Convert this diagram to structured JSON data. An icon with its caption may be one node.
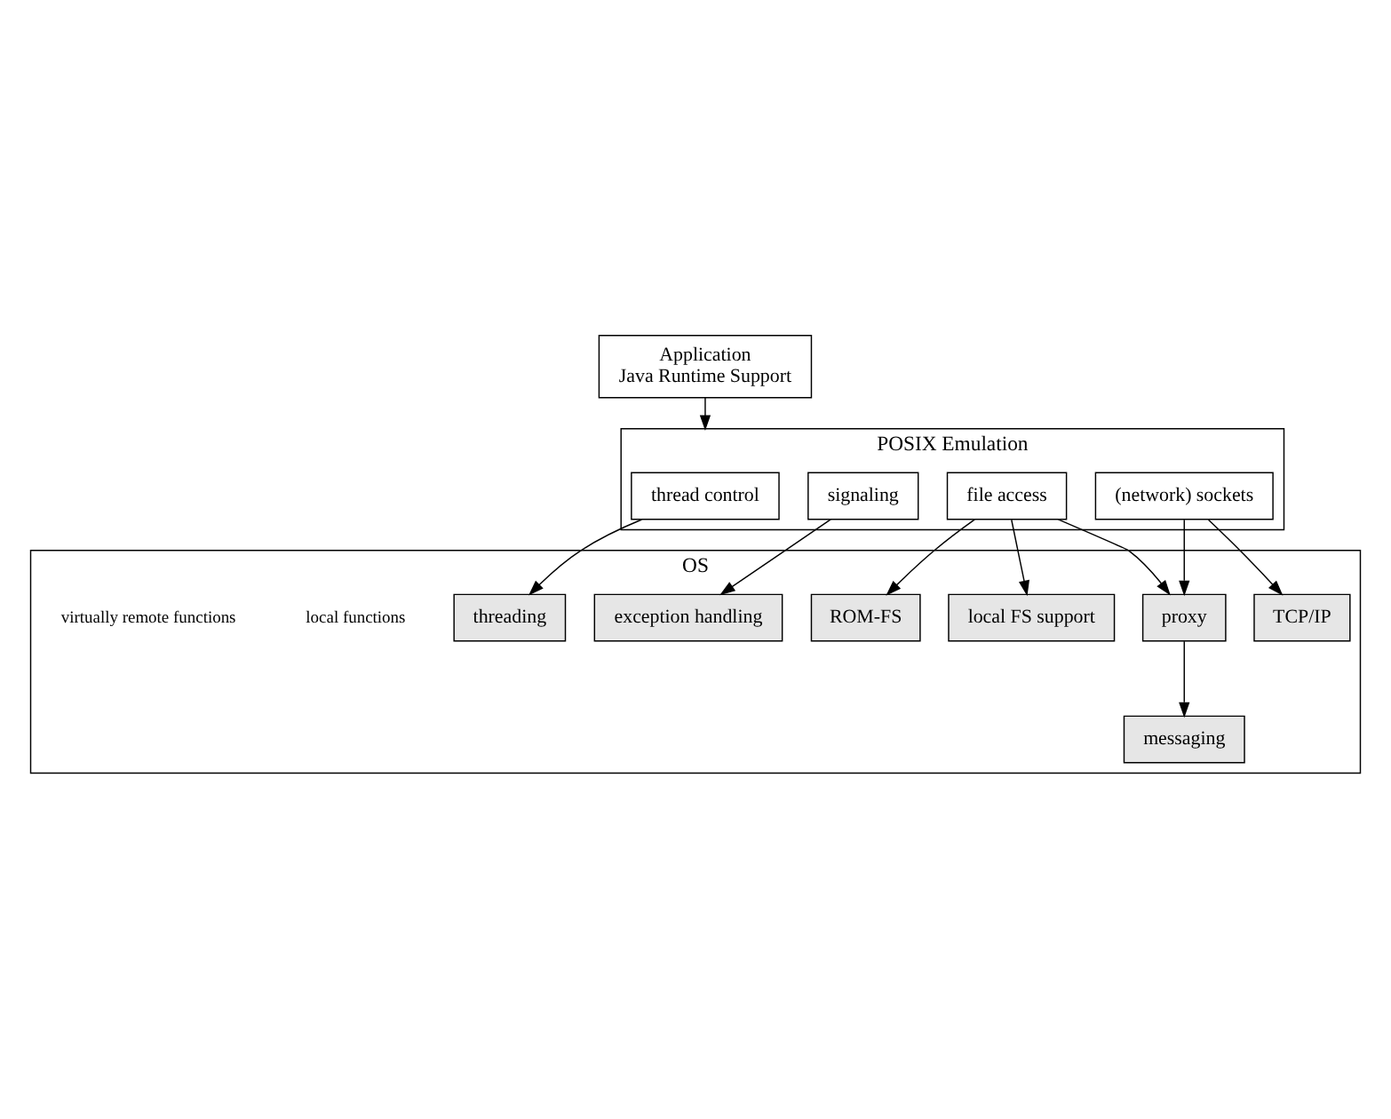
{
  "diagram": {
    "nodes": [
      {
        "text": [
          "Application",
          "Java Runtime Support"
        ]
      },
      {
        "text": [
          "POSIX Emulation"
        ]
      },
      {
        "text": [
          "thread control"
        ],
        "in": 1
      },
      {
        "text": [
          "signaling"
        ],
        "in": 1
      },
      {
        "text": [
          "file access"
        ],
        "in": 1
      },
      {
        "text": [
          "(network) sockets"
        ],
        "in": 1
      },
      {
        "text": [
          "OS"
        ]
      },
      {
        "text": [
          "threading"
        ],
        "in": 6
      },
      {
        "text": [
          "exception handling"
        ],
        "in": 6
      },
      {
        "text": [
          "ROM-FS"
        ],
        "in": 6
      },
      {
        "text": [
          "local FS support"
        ],
        "in": 6
      },
      {
        "text": [
          "TCP/IP"
        ],
        "in": 6
      },
      {
        "text": [
          "messaging"
        ],
        "in": 6
      },
      {
        "text": [
          "proxy"
        ],
        "in": 6
      }
    ],
    "edges": [
      {
        "from": 0,
        "to": 1,
        "arrow": "to"
      },
      {
        "from": 2,
        "to": 7,
        "arrow": "to"
      },
      {
        "from": 3,
        "to": 8,
        "arrow": "to"
      },
      {
        "from": 4,
        "to": 9,
        "arrow": "to"
      },
      {
        "from": 4,
        "to": 10,
        "arrow": "to"
      },
      {
        "from": 4,
        "to": 13,
        "arrow": "to"
      },
      {
        "from": 5,
        "to": 11,
        "arrow": "to"
      },
      {
        "from": 5,
        "to": 13,
        "arrow": "to"
      },
      {
        "from": 13,
        "to": 12,
        "arrow": "to"
      }
    ],
    "labels": [
      "local functions",
      "virtually remote functions"
    ]
  }
}
